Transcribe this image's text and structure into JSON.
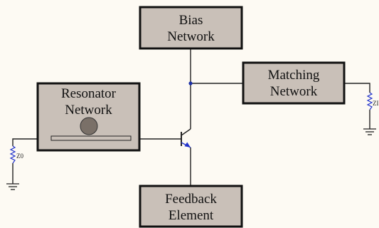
{
  "blocks": {
    "bias": {
      "line1": "Bias",
      "line2": "Network"
    },
    "matching": {
      "line1": "Matching",
      "line2": "Network"
    },
    "resonator": {
      "line1": "Resonator",
      "line2": "Network"
    },
    "feedback": {
      "line1": "Feedback",
      "line2": "Element"
    }
  },
  "impedances": {
    "source": "Z0",
    "load": "ZI"
  },
  "colors": {
    "background": "#fdfaf3",
    "block_fill": "#c9c0b8",
    "block_border": "#111111",
    "wire": "#222222",
    "resistor": "#2233cc",
    "junction": "#1a2fa8",
    "emitter_arrow": "#2233cc",
    "resonator_disc": "#7a7068"
  }
}
